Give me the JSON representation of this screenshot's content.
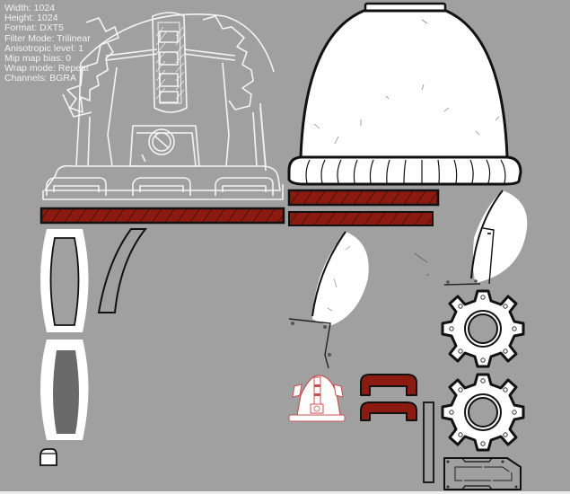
{
  "texture_info": {
    "width": "Width: 1024",
    "height": "Height: 1024",
    "format": "Format: DXT5",
    "filter_mode": "Filter Mode: Trilinear",
    "anisotropic_level": "Anisotropic level: 1",
    "mip_map_bias": "Mip map bias: 0",
    "wrap_mode": "Wrap mode: Repeat",
    "channels": "Channels: BGRA"
  },
  "colors": {
    "background": "#a0a0a0",
    "outline": "#111111",
    "fill_white": "#ffffff",
    "accent_red": "#8b1a10",
    "sketch_line": "#f4f4f4",
    "dark_fill": "#6a6a6a",
    "thumbnail_red": "#c85050"
  },
  "atlas_parts": [
    {
      "name": "dome-body-sketch"
    },
    {
      "name": "dome-white-shell"
    },
    {
      "name": "red-trim-strip-1"
    },
    {
      "name": "red-trim-strip-2"
    },
    {
      "name": "red-trim-strip-3"
    },
    {
      "name": "lens-frame-outline"
    },
    {
      "name": "lens-frame-filled"
    },
    {
      "name": "curved-strip"
    },
    {
      "name": "small-cap"
    },
    {
      "name": "side-panel-left"
    },
    {
      "name": "side-panel-right"
    },
    {
      "name": "cog-gear-1"
    },
    {
      "name": "cog-gear-2"
    },
    {
      "name": "thumbnail-preview"
    },
    {
      "name": "red-handle-1"
    },
    {
      "name": "red-handle-2"
    },
    {
      "name": "vertical-bar"
    },
    {
      "name": "base-plate"
    }
  ]
}
